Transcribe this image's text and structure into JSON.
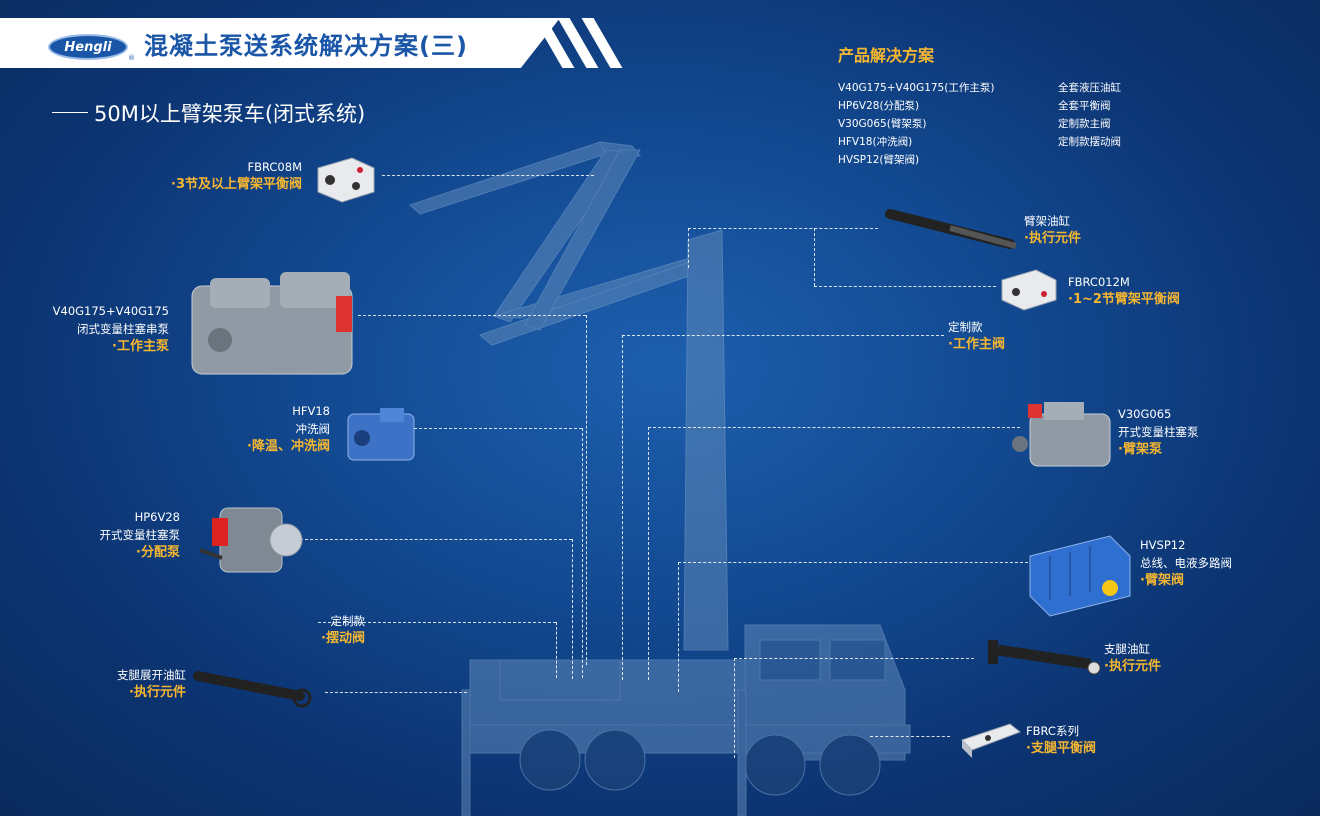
{
  "header": {
    "logo_text": "Hengli",
    "logo_reg": "®",
    "title": "混凝土泵送系统解决方案(三)",
    "subtitle": "50M以上臂架泵车(闭式系统)"
  },
  "solution": {
    "title": "产品解决方案",
    "left_items": [
      "V40G175+V40G175(工作主泵)",
      "HP6V28(分配泵)",
      "V30G065(臂架泵)",
      "HFV18(冲洗阀)",
      "HVSP12(臂架阀)"
    ],
    "right_items": [
      "全套液压油缸",
      "全套平衡阀",
      "定制款主阀",
      "定制款摆动阀"
    ]
  },
  "labels": {
    "fbrc08m": {
      "name": "FBRC08M",
      "desc": "·3节及以上臂架平衡阀"
    },
    "main_pump": {
      "name": "V40G175+V40G175",
      "line2": "闭式变量柱塞串泵",
      "desc": "·工作主泵"
    },
    "hfv18": {
      "name": "HFV18",
      "line2": "冲洗阀",
      "desc": "·降温、冲洗阀"
    },
    "hp6v28": {
      "name": "HP6V28",
      "line2": "开式变量柱塞泵",
      "desc": "·分配泵"
    },
    "swing_valve": {
      "name": "定制款",
      "desc": "·摆动阀"
    },
    "outrigger_ext": {
      "name": "支腿展开油缸",
      "desc": "·执行元件"
    },
    "boom_cyl": {
      "name": "臂架油缸",
      "desc": "·执行元件"
    },
    "fbrc012m": {
      "name": "FBRC012M",
      "desc": "·1~2节臂架平衡阀"
    },
    "main_valve": {
      "name": "定制款",
      "desc": "·工作主阀"
    },
    "v30g065": {
      "name": "V30G065",
      "line2": "开式变量柱塞泵",
      "desc": "·臂架泵"
    },
    "hvsp12": {
      "name": "HVSP12",
      "line2": "总线、电液多路阀",
      "desc": "·臂架阀"
    },
    "outrigger_cyl": {
      "name": "支腿油缸",
      "desc": "·执行元件"
    },
    "fbrc_series": {
      "name": "FBRC系列",
      "desc": "·支腿平衡阀"
    }
  },
  "colors": {
    "accent": "#f5b630",
    "brand": "#1a56a8",
    "background": "#134b93"
  }
}
